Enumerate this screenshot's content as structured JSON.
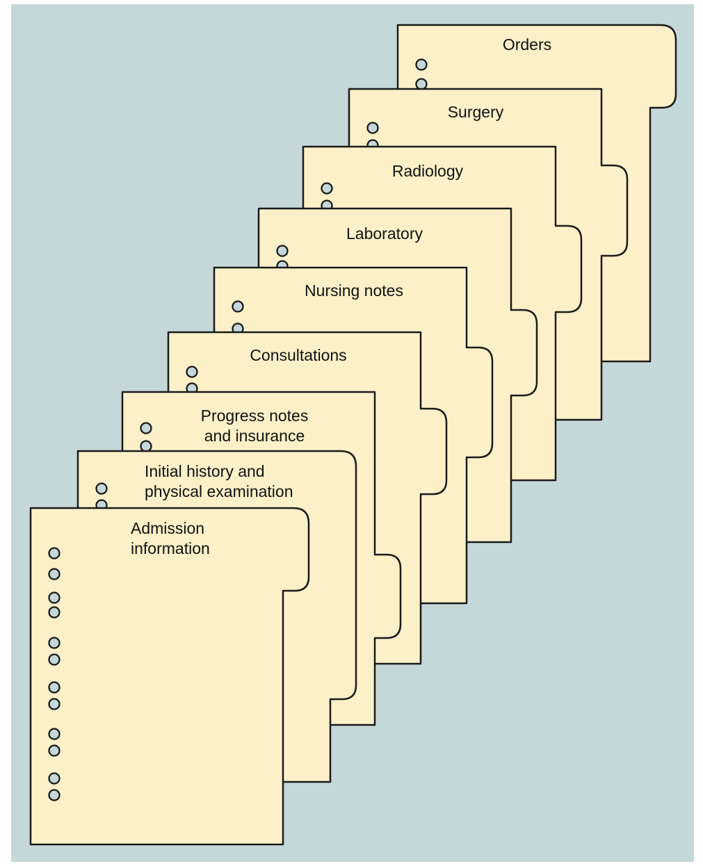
{
  "colors": {
    "background": "#c5d8d9",
    "sheet": "#fbf0c8",
    "outline": "#1a1a1a",
    "hole": "#c5d8d9"
  },
  "dividers": [
    {
      "name": "orders",
      "lines": [
        "Orders"
      ]
    },
    {
      "name": "surgery",
      "lines": [
        "Surgery"
      ]
    },
    {
      "name": "radiology",
      "lines": [
        "Radiology"
      ]
    },
    {
      "name": "laboratory",
      "lines": [
        "Laboratory"
      ]
    },
    {
      "name": "nursing-notes",
      "lines": [
        "Nursing notes"
      ]
    },
    {
      "name": "consultations",
      "lines": [
        "Consultations"
      ]
    },
    {
      "name": "progress-notes-and-insurance",
      "lines": [
        "Progress notes",
        "and insurance"
      ]
    },
    {
      "name": "initial-history-and-physical-examination",
      "lines": [
        "Initial history and",
        "physical examination"
      ]
    },
    {
      "name": "admission-information",
      "lines": [
        "Admission",
        "information"
      ]
    }
  ]
}
